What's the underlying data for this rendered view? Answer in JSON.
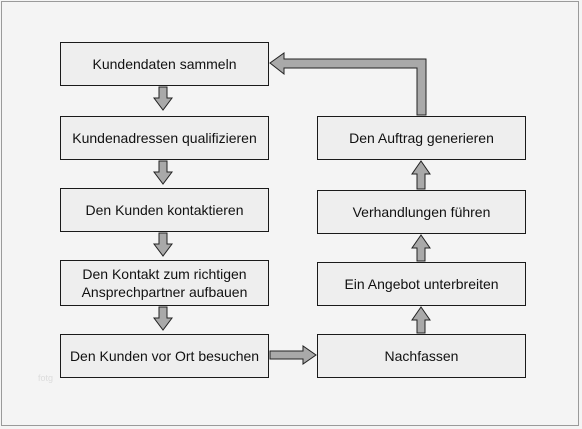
{
  "diagram": {
    "steps": [
      {
        "id": "b1",
        "label": "Kundendaten sammeln"
      },
      {
        "id": "b2",
        "label": "Kundenadressen qualifizieren"
      },
      {
        "id": "b3",
        "label": "Den Kunden kontaktieren"
      },
      {
        "id": "b4",
        "label_line1": "Den Kontakt zum richtigen",
        "label_line2": "Ansprechpartner aufbauen"
      },
      {
        "id": "b5",
        "label": "Den Kunden vor Ort besuchen"
      },
      {
        "id": "b6",
        "label": "Nachfassen"
      },
      {
        "id": "b7",
        "label": "Ein Angebot unterbreiten"
      },
      {
        "id": "b8",
        "label": "Verhandlungen führen"
      },
      {
        "id": "b9",
        "label": "Den Auftrag generieren"
      }
    ],
    "flow": [
      [
        "b1",
        "b2"
      ],
      [
        "b2",
        "b3"
      ],
      [
        "b3",
        "b4"
      ],
      [
        "b4",
        "b5"
      ],
      [
        "b5",
        "b6"
      ],
      [
        "b6",
        "b7"
      ],
      [
        "b7",
        "b8"
      ],
      [
        "b8",
        "b9"
      ],
      [
        "b9",
        "b1"
      ]
    ],
    "colors": {
      "background": "#f4f4f4",
      "box_fill": "#eeeeee",
      "box_border": "#1a1a1a",
      "arrow_fill": "#a9a9a9",
      "arrow_stroke": "#222222"
    }
  },
  "watermark": "fotg"
}
